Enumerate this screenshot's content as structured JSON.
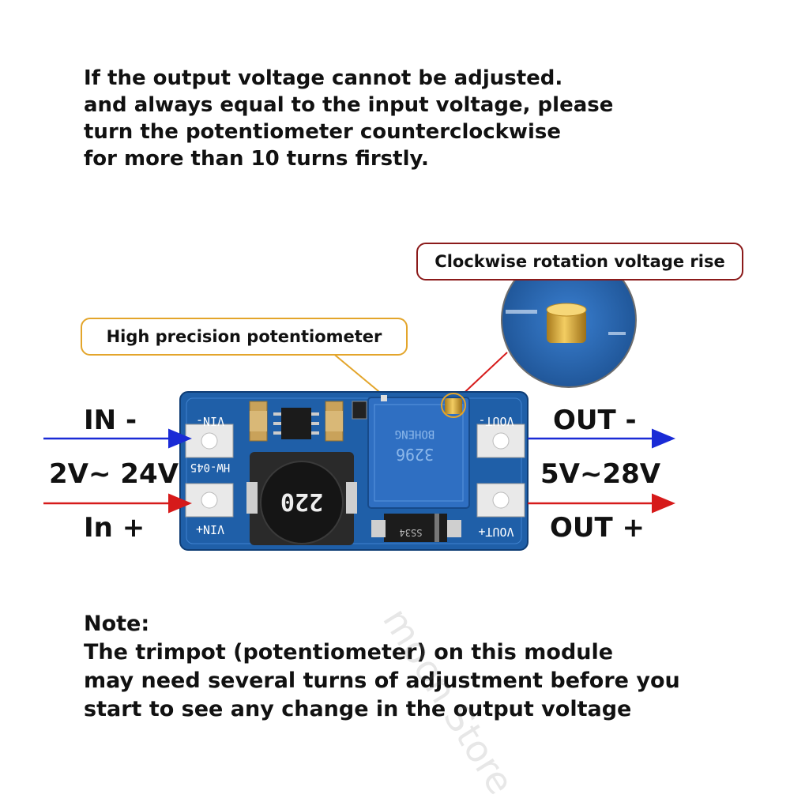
{
  "intro_lines": [
    "If the output voltage cannot be adjusted.",
    "and always equal to the input voltage, please",
    "turn the potentiometer counterclockwise",
    "for more than 10 turns firstly."
  ],
  "callouts": {
    "rotation": "Clockwise rotation voltage rise",
    "potentiometer": "High precision potentiometer"
  },
  "input": {
    "neg_label": "IN -",
    "range": "2V~ 24V",
    "pos_label": "In +"
  },
  "output": {
    "neg_label": "OUT -",
    "range": "5V~28V",
    "pos_label": "OUT +"
  },
  "board": {
    "vin_neg": "VIN-",
    "vin_pos": "VIN+",
    "vout_neg": "VOUT-",
    "vout_pos": "VOUT+",
    "model": "HW-045",
    "inductor": "220",
    "diode": "SS34",
    "pot_brand": "BOHENG",
    "pot_model": "3296"
  },
  "note": {
    "title": "Note:",
    "lines": [
      "The trimpot (potentiometer) on this module",
      "may need several turns of adjustment before you",
      "start to see any change in the output voltage"
    ]
  },
  "watermark": "moon Store",
  "colors": {
    "pcb_blue": "#1f5fa8",
    "pot_blue": "#2f6fc2",
    "negative_wire": "#1a2bd6",
    "positive_wire": "#d61a1a",
    "pot_callout_border": "#e3a52b",
    "rotation_callout_border": "#8b1a1a"
  }
}
